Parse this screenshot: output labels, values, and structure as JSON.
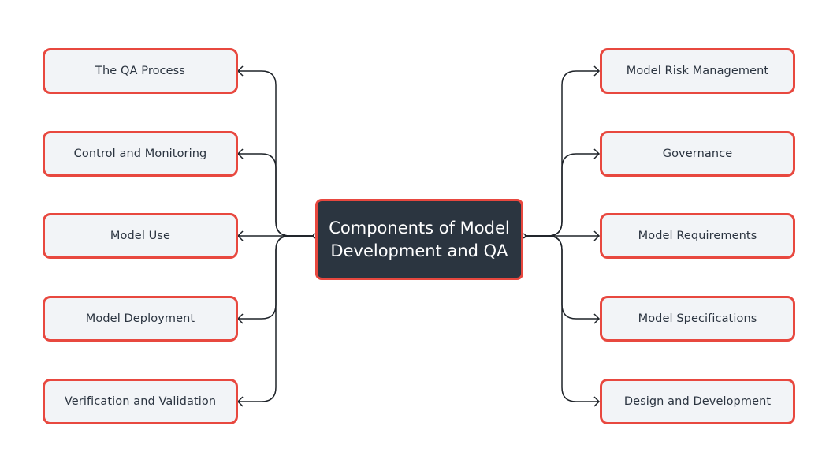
{
  "diagram": {
    "center": {
      "line1": "Components of Model",
      "line2": "Development and QA"
    },
    "left_nodes": [
      {
        "label": "The QA Process"
      },
      {
        "label": "Control and Monitoring"
      },
      {
        "label": "Model Use"
      },
      {
        "label": "Model Deployment"
      },
      {
        "label": "Verification and Validation"
      }
    ],
    "right_nodes": [
      {
        "label": "Model Risk Management"
      },
      {
        "label": "Governance"
      },
      {
        "label": "Model Requirements"
      },
      {
        "label": "Model Specifications"
      },
      {
        "label": "Design and Development"
      }
    ],
    "colors": {
      "node_border": "#e8483f",
      "node_fill": "#f2f4f7",
      "center_fill": "#2b3540",
      "connector": "#1e2329"
    }
  }
}
